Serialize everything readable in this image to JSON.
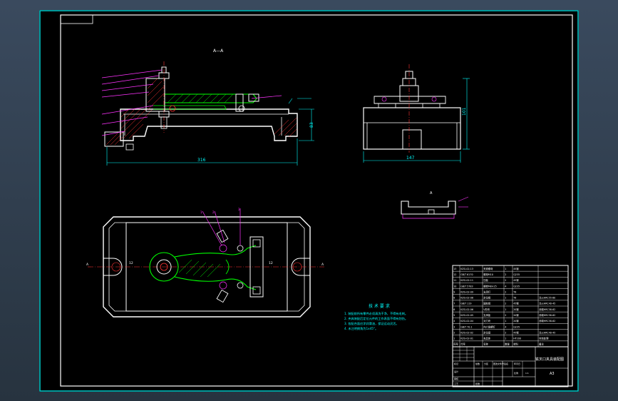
{
  "drawing": {
    "section_label": "A—A",
    "top_aux_label": "A",
    "dimensions": {
      "overall_width": "316",
      "height_right": "83",
      "height_side": "101",
      "side_width": "147",
      "center_offset_left": "12",
      "center_offset_right": "12"
    },
    "section_marks": {
      "left": "A",
      "right": "A"
    },
    "leader_numbers": [
      "1",
      "2",
      "3"
    ]
  },
  "technical_requirements": {
    "title": "技 术 要 求",
    "lines": [
      "1. 装配前所有零件必须清洗干净，不得有毛刺。",
      "2. 夹具装配后定位元件的工作表面不得有划伤。",
      "3. 各配合面应涂润滑油，保证运动灵活。",
      "4. 未注明倒角为1x45°。"
    ]
  },
  "parts_list": {
    "rows": [
      [
        "13",
        "KZG-02-13",
        "夹紧螺母",
        "1",
        "45钢",
        ""
      ],
      [
        "12",
        "GB/T 6170",
        "螺母M10",
        "2",
        "Q235",
        ""
      ],
      [
        "11",
        "KZG-02-11",
        "压板",
        "2",
        "45钢",
        ""
      ],
      [
        "10",
        "GB/T 5783",
        "螺栓M8×25",
        "4",
        "Q235",
        ""
      ],
      [
        "9",
        "KZG-02-09",
        "支承钉",
        "2",
        "T8",
        ""
      ],
      [
        "8",
        "KZG-02-08",
        "定位销",
        "1",
        "T8",
        "淬火HRC55-60"
      ],
      [
        "7",
        "GB/T 119",
        "圆柱销",
        "2",
        "45钢",
        "淬火HRC40-45"
      ],
      [
        "6",
        "KZG-02-06",
        "V形块",
        "1",
        "20钢",
        "渗碳HRC58-62"
      ],
      [
        "5",
        "KZG-02-05",
        "支承板",
        "2",
        "20钢",
        "渗碳HRC58-62"
      ],
      [
        "4",
        "KZG-02-04",
        "对刀块",
        "1",
        "20钢",
        "渗碳HRC58-62"
      ],
      [
        "3",
        "GB/T 70.1",
        "内六角螺钉",
        "4",
        "Q235",
        ""
      ],
      [
        "2",
        "KZG-02-02",
        "定位键",
        "2",
        "45钢",
        "淬火HRC40-45"
      ],
      [
        "1",
        "KZG-02-01",
        "夹具体",
        "1",
        "HT200",
        "时效处理"
      ]
    ],
    "header": [
      "序号",
      "代号",
      "名称",
      "数量",
      "材料",
      "备注"
    ]
  },
  "title_block": {
    "title": "铣叉口夹具装配图",
    "sheet_label": "A3",
    "labels": [
      "标记",
      "处数",
      "分区",
      "更改文件号",
      "签名",
      "年月日",
      "设计",
      "审核",
      "工艺",
      "批准"
    ],
    "scale_label": "比例",
    "scale": "1:1"
  },
  "colors": {
    "outline": "#ffffff",
    "frame": "#00cccc",
    "centerline": "#ff3333",
    "hidden": "#00ff00",
    "leader": "#ff33ff",
    "dim": "#00ffff",
    "note": "#00ffff",
    "background": "#000000"
  }
}
